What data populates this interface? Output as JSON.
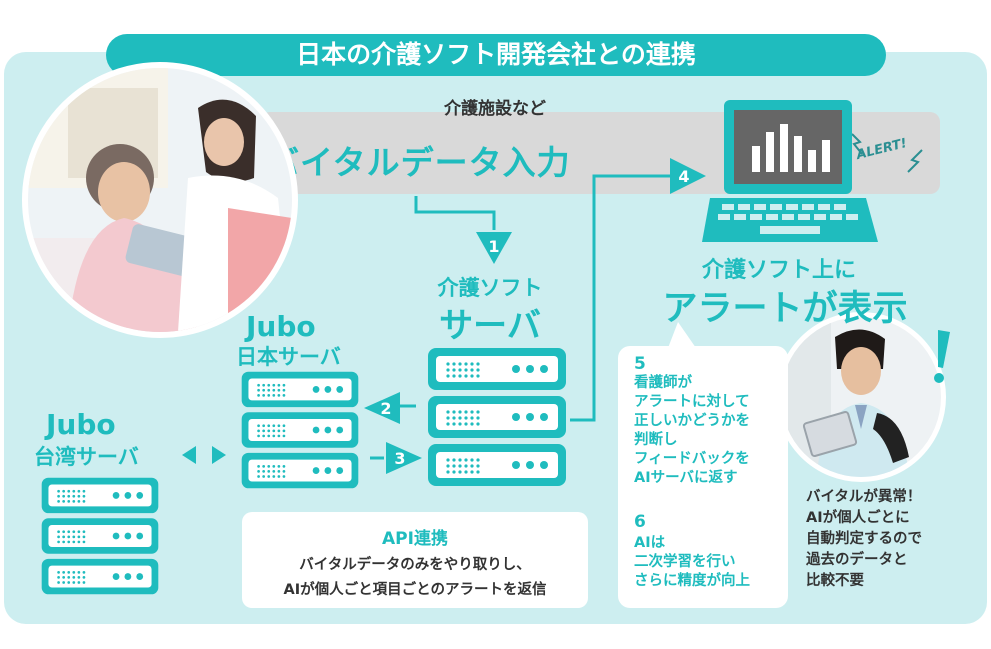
{
  "title": "日本の介護ソフト開発会社との連携",
  "facility": {
    "label": "介護施設など",
    "input_label": "バイタルデータ入力"
  },
  "kaigo_server": {
    "line1": "介護ソフト",
    "line2": "サーバ"
  },
  "jubo_japan": {
    "logo": "Jubo",
    "label": "日本サーバ"
  },
  "jubo_taiwan": {
    "logo": "Jubo",
    "label": "台湾サーバ"
  },
  "steps": {
    "s1": "1",
    "s2": "2",
    "s3": "3",
    "s4": "4"
  },
  "alert": {
    "head1": "介護ソフト上に",
    "head2": "アラートが表示",
    "tag": "ALERT!"
  },
  "api": {
    "title": "API連携",
    "line1": "バイタルデータのみをやり取りし、",
    "line2": "AIが個人ごと項目ごとのアラートを返信"
  },
  "bubble": {
    "n5": "5",
    "t5": [
      "看護師が",
      "アラートに対して",
      "正しいかどうかを",
      "判断し",
      "フィードバックを",
      "AIサーバに返す"
    ],
    "n6": "6",
    "t6": [
      "AIは",
      "二次学習を行い",
      "さらに精度が向上"
    ]
  },
  "side_note": [
    "バイタルが異常！",
    "AIが個人ごとに",
    "自動判定するので",
    "過去のデータと",
    "比較不要"
  ],
  "colors": {
    "teal": "#1fbcbe",
    "light_bg": "#cdeef0",
    "band": "#d9d9d9"
  }
}
